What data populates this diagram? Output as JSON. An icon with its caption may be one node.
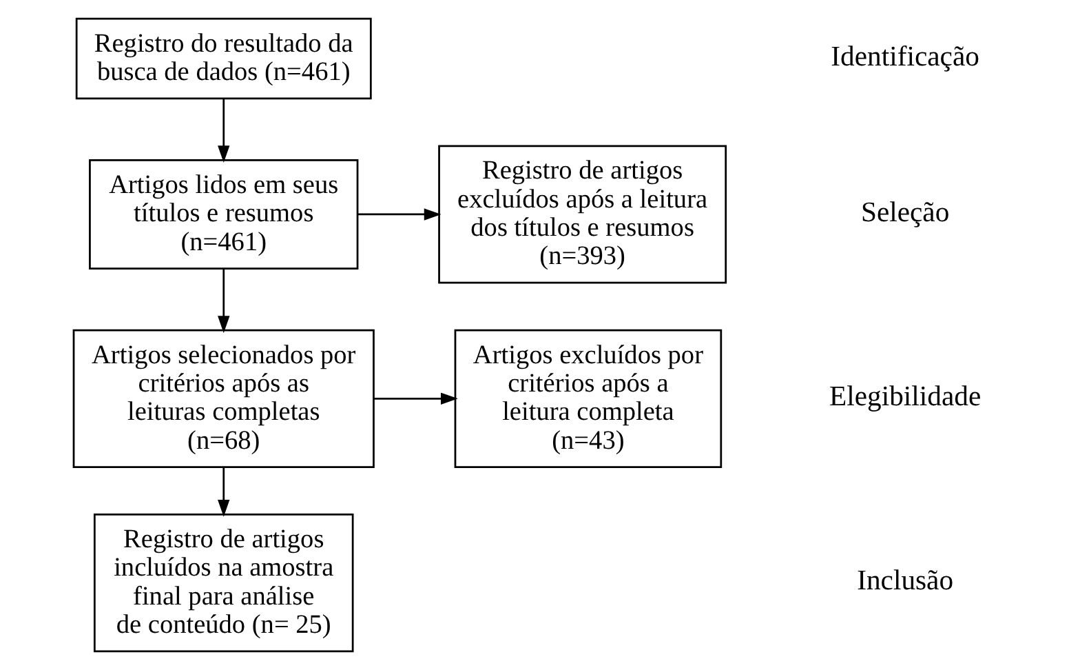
{
  "diagram": {
    "nodes": [
      {
        "text": [
          "Registro do resultado da busca de dados (n=461)"
        ]
      },
      {
        "text": [
          "Artigos lidos em seus títulos e resumos (n=461)"
        ]
      },
      {
        "text": [
          "Registro de artigos excluídos após a leitura dos títulos e resumos (n=393)"
        ]
      },
      {
        "text": [
          "Artigos selecionados por critérios após as leituras completas (n=68)"
        ]
      },
      {
        "text": [
          "Artigos excluídos por critérios após a leitura completa (n=43)"
        ]
      },
      {
        "text": [
          "Registro de artigos incluídos na amostra final para análise de conteúdo (n= 25)"
        ]
      }
    ],
    "edges": [
      {
        "from": 0,
        "to": 1,
        "arrow": "to"
      },
      {
        "from": 1,
        "to": 2,
        "arrow": "to"
      },
      {
        "from": 1,
        "to": 3,
        "arrow": "to"
      },
      {
        "from": 3,
        "to": 4,
        "arrow": "to"
      },
      {
        "from": 3,
        "to": 5,
        "arrow": "to"
      }
    ],
    "labels": [
      "Identificação",
      "Seleção",
      "Elegibilidade",
      "Inclusão"
    ]
  }
}
